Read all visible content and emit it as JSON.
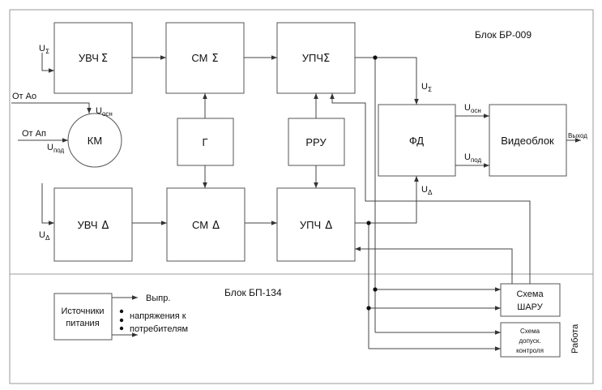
{
  "blocks": {
    "br009": "Блок БР-009",
    "bp134": "Блок БП-134"
  },
  "nodes": {
    "uvch_sum": {
      "text": "УВЧ",
      "sym": "Σ"
    },
    "sm_sum": {
      "text": "СМ",
      "sym": "Σ"
    },
    "upch_sum": {
      "text": "УПЧ",
      "sym": "Σ"
    },
    "g": "Г",
    "rru": "РРУ",
    "fd": "ФД",
    "videoblok": "Видеоблок",
    "km": "КМ",
    "uvch_delta": {
      "text": "УВЧ",
      "sym": "Δ"
    },
    "sm_delta": {
      "text": "СМ",
      "sym": "Δ"
    },
    "upch_delta": {
      "text": "УПЧ",
      "sym": "Δ"
    },
    "power": [
      "Источники",
      "питания"
    ],
    "sharu": [
      "Схема",
      "ШАРУ"
    ],
    "dopusk": [
      "Схема",
      "допуск.",
      "контроля"
    ]
  },
  "signals": {
    "u_main": "U",
    "sub_sum": "Σ",
    "sub_delta": "Δ",
    "sub_osn": "осн",
    "sub_pod": "под",
    "ot_ao": "От Ао",
    "ot_ap": "От Ап",
    "vyhod": "Выход",
    "rabota": "Работа"
  },
  "outputs_note": [
    "Выпр.",
    "напряжения к",
    "потребителям"
  ],
  "colors": {
    "line": "#444444",
    "frame": "#9a9a9a",
    "text": "#111111"
  }
}
